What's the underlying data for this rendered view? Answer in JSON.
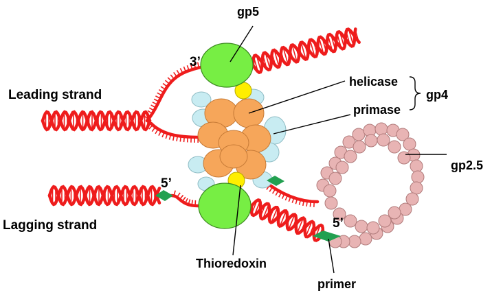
{
  "labels": {
    "gp5": "gp5",
    "three_prime": "3’",
    "leading_strand": "Leading strand",
    "helicase": "helicase",
    "primase": "primase",
    "gp4": "gp4",
    "gp2_5": "gp2.5",
    "five_prime_lagging": "5’",
    "lagging_strand": "Lagging strand",
    "five_prime_primer": "5’",
    "thioredoxin": "Thioredoxin",
    "primer": "primer"
  },
  "colors": {
    "dna": "#ee1c1c",
    "gp5": "#77ee44",
    "gp4": "#f6a65a",
    "gp4_light": "#c8ecf2",
    "thioredoxin": "#ffee00",
    "gp2_5": "#e8b4b4",
    "primer": "#22a050"
  }
}
